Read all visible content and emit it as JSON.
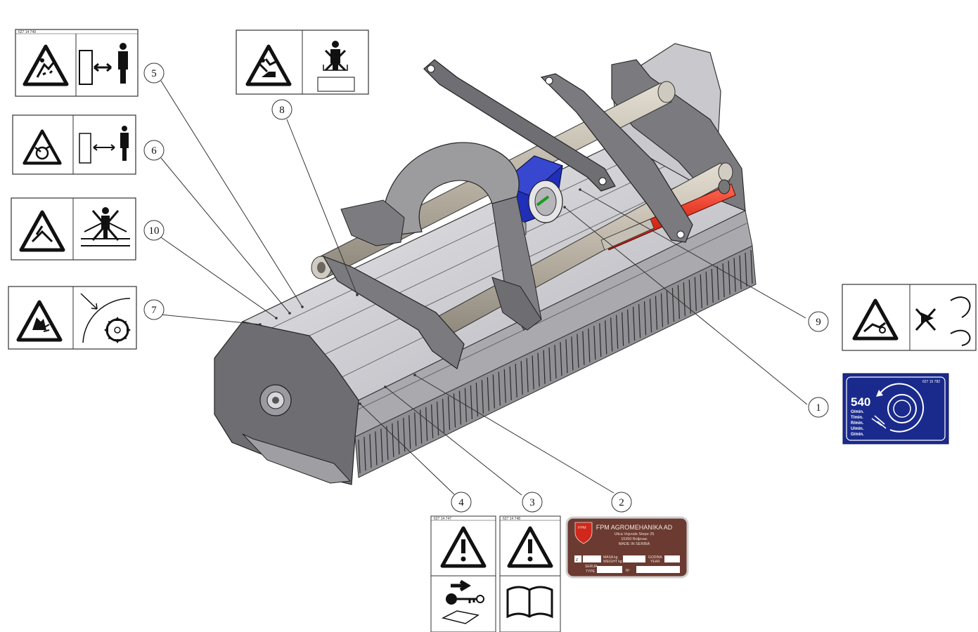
{
  "callouts": [
    "1",
    "2",
    "3",
    "4",
    "5",
    "6",
    "7",
    "8",
    "9",
    "10"
  ],
  "decal_codes": {
    "decal_5": "627 14 749",
    "decal_4": "627 14 747",
    "decal_3": "627 14 748",
    "decal_1": "627 15 782"
  },
  "nameplate": {
    "company": "FPM AGROMEHANIKA AD",
    "address_1": "Ulica Vojvode Stepe 25",
    "address_2": "15350 Boljevac",
    "made_in": "MADE IN SERBIA",
    "logo": "FPM",
    "field_z": "Z",
    "mass_label_1": "MASA kg",
    "mass_label_2": "WEIGHT kg",
    "year_label_1": "GODINA",
    "year_label_2": "YEAR",
    "type_label_1": "SERIJA",
    "type_label_2": "TYPE",
    "number_label": "Nº"
  },
  "rpm_decal": {
    "speed": "540",
    "units": [
      "O/min.",
      "T/min.",
      "R/min.",
      "U/min.",
      "G/min."
    ]
  },
  "icons": {
    "decal_5": [
      "warning-thrown-objects-icon",
      "safe-distance-icon"
    ],
    "decal_6": [
      "warning-rotating-parts-icon",
      "safe-distance-icon"
    ],
    "decal_10": [
      "warning-crush-icon",
      "no-standing-on-machine-icon"
    ],
    "decal_7": [
      "warning-cut-hand-icon",
      "rotor-blades-icon"
    ],
    "decal_8": [
      "warning-fall-icon",
      "no-riding-icon"
    ],
    "decal_9": [
      "warning-entanglement-icon",
      "rotating-shaft-icon"
    ],
    "decal_4": [
      "warning-general-icon",
      "remove-key-icon"
    ],
    "decal_3": [
      "warning-general-icon",
      "read-manual-icon"
    ]
  },
  "colors": {
    "gearbox": "#1f2fb8",
    "cylinder": "#e0311f",
    "nameplate": "#6b3a30",
    "rpm_decal": "#1a2a8c",
    "body": "#c8c8cc"
  }
}
